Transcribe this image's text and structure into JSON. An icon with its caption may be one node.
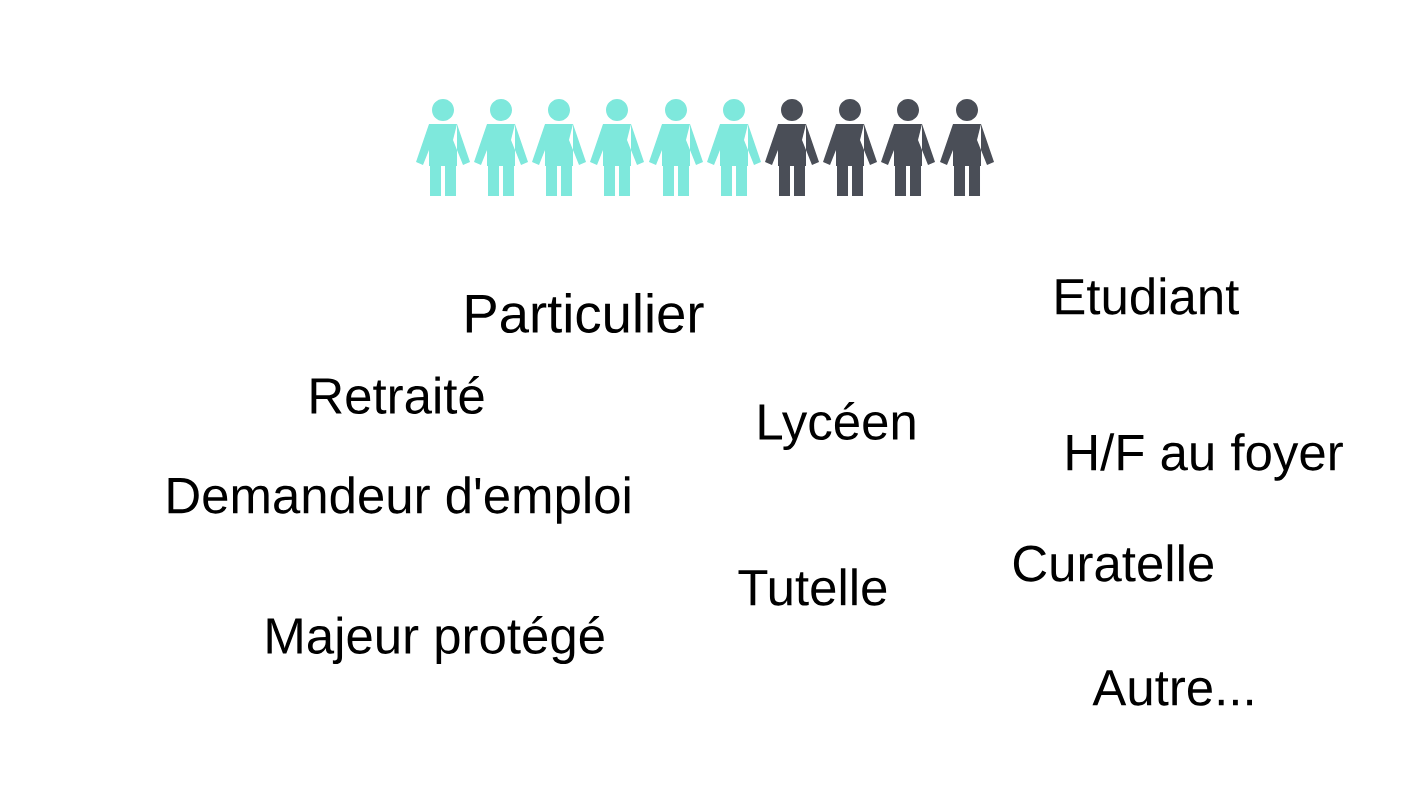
{
  "diagram": {
    "labels": [
      "Particulier",
      "Etudiant",
      "Retraité",
      "Lycéen",
      "H/F au foyer",
      "Demandeur d'emploi",
      "Curatelle",
      "Tutelle",
      "Majeur protégé",
      "Autre..."
    ]
  }
}
